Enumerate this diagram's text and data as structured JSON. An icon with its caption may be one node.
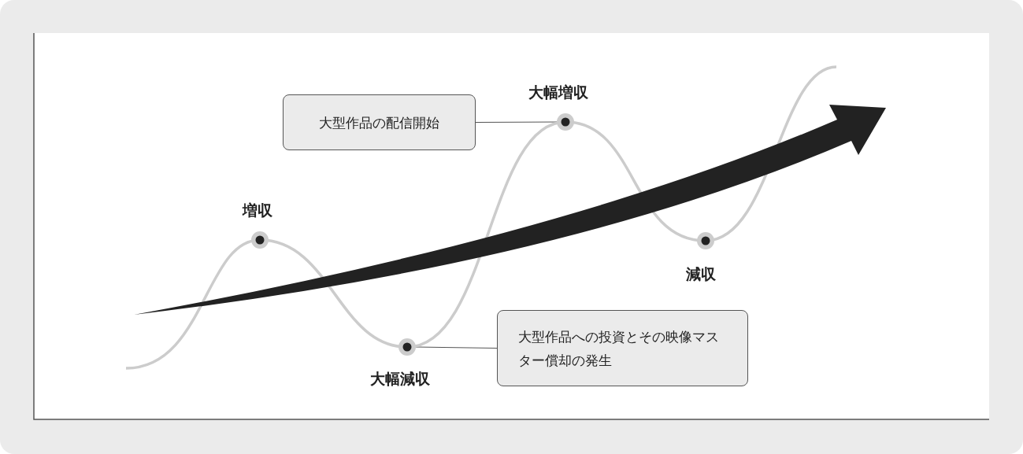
{
  "diagram": {
    "nodes": [
      {
        "text": [],
        "shape": "circle",
        "beside": [
          "増収"
        ]
      },
      {
        "text": [
          "大型作品の配信開始"
        ]
      },
      {
        "text": [],
        "shape": "circle",
        "beside": [
          "大幅増収"
        ]
      },
      {
        "text": [],
        "shape": "circle",
        "beside": [
          "大幅減収"
        ]
      },
      {
        "text": [
          "大型作品への投資とその映像マスター償却の発生"
        ]
      },
      {
        "text": [],
        "shape": "circle",
        "beside": [
          "減収"
        ]
      }
    ],
    "edges": [
      {
        "from": 1,
        "to": 2,
        "arrow": "none"
      },
      {
        "from": 4,
        "to": 3,
        "arrow": "none"
      }
    ]
  }
}
